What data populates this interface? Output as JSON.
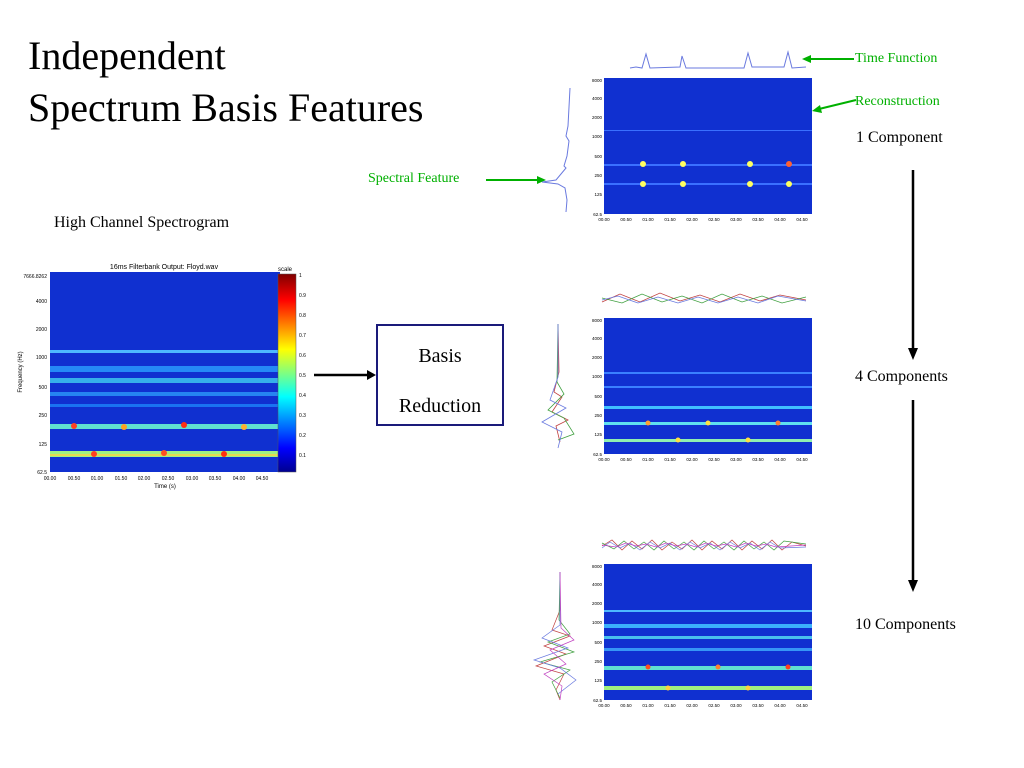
{
  "title": {
    "line1": "Independent",
    "line2": "Spectrum Basis Features"
  },
  "labels": {
    "high_channel": "High Channel Spectrogram",
    "basis_line1": "Basis",
    "basis_line2": "Reduction",
    "time_function": "Time Function",
    "reconstruction": "Reconstruction",
    "spectral_feature": "Spectral Feature",
    "comp1": "1 Component",
    "comp4": "4 Components",
    "comp10": "10 Components"
  },
  "main_spectrogram": {
    "title": "16ms Filterbank Output: Floyd.wav",
    "ylabel": "Frequency (Hz)",
    "xlabel": "Time (s)",
    "y_ticks": [
      "7666.8262",
      "4000",
      "2000",
      "1000",
      "500",
      "250",
      "125",
      "62.5"
    ],
    "x_ticks": [
      "00.00",
      "00.50",
      "01.00",
      "01.50",
      "02.00",
      "02.50",
      "03.00",
      "03.50",
      "04.00",
      "04.50"
    ],
    "colorbar_title": "scale",
    "colorbar_ticks": [
      "1",
      "0.9",
      "0.8",
      "0.7",
      "0.6",
      "0.5",
      "0.4",
      "0.3",
      "0.2",
      "0.1"
    ]
  },
  "small_spectrogram": {
    "y_ticks": [
      "8000",
      "4000",
      "2000",
      "1000",
      "500",
      "250",
      "125",
      "62.5"
    ],
    "x_ticks": [
      "00.00",
      "00.50",
      "01.00",
      "01.50",
      "02.00",
      "02.50",
      "03.00",
      "03.50",
      "04.00",
      "04.50"
    ]
  },
  "colors": {
    "annotation": "#00b000",
    "spectrogram_bg": "#1030d0",
    "box_border": "#1a1a7a"
  }
}
